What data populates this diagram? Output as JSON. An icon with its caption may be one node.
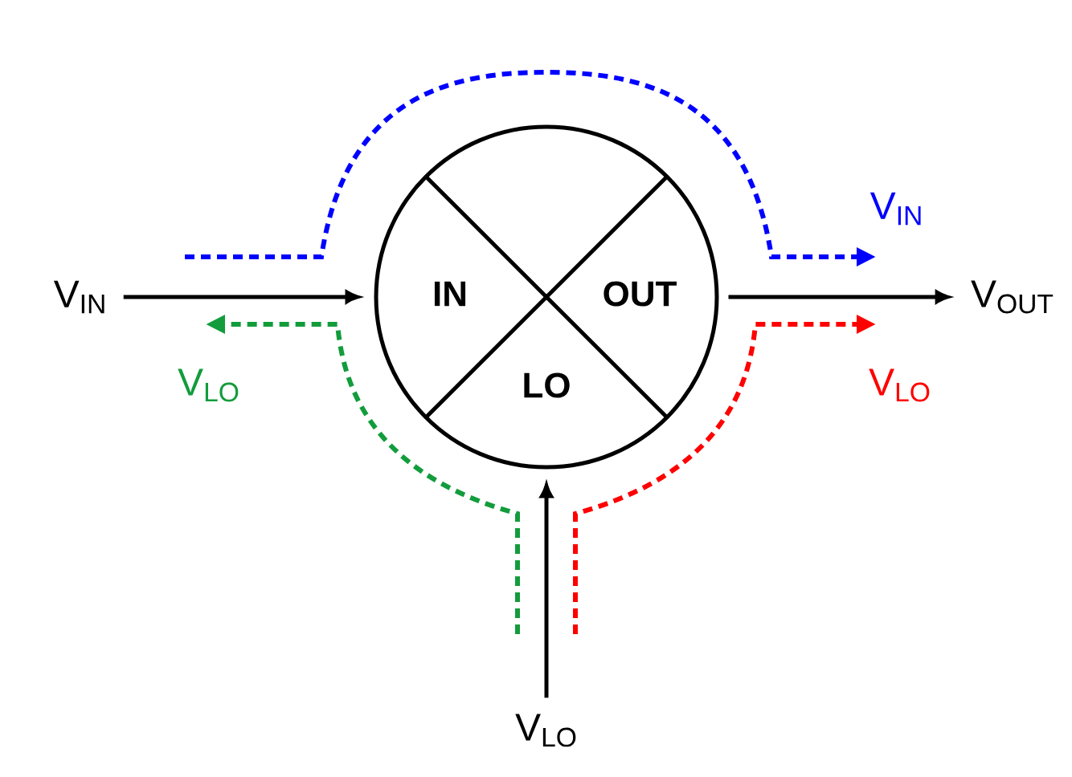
{
  "diagram": {
    "nodes": [
      {
        "text": [
          "IN",
          "OUT",
          "LO"
        ]
      },
      {
        "text": [
          "V$_{IN}$"
        ]
      },
      {
        "text": [
          "V$_{OUT}$"
        ]
      },
      {
        "text": [
          "V$_{LO}$"
        ]
      }
    ],
    "edges": [
      {
        "from": 1,
        "to": 0,
        "arrow": "to"
      },
      {
        "from": 0,
        "to": 2,
        "arrow": "to"
      },
      {
        "from": 3,
        "to": 0,
        "arrow": "to"
      }
    ],
    "labels": [
      "V$_{IN}$",
      "V$_{LO}$",
      "V$_{LO}$"
    ]
  }
}
